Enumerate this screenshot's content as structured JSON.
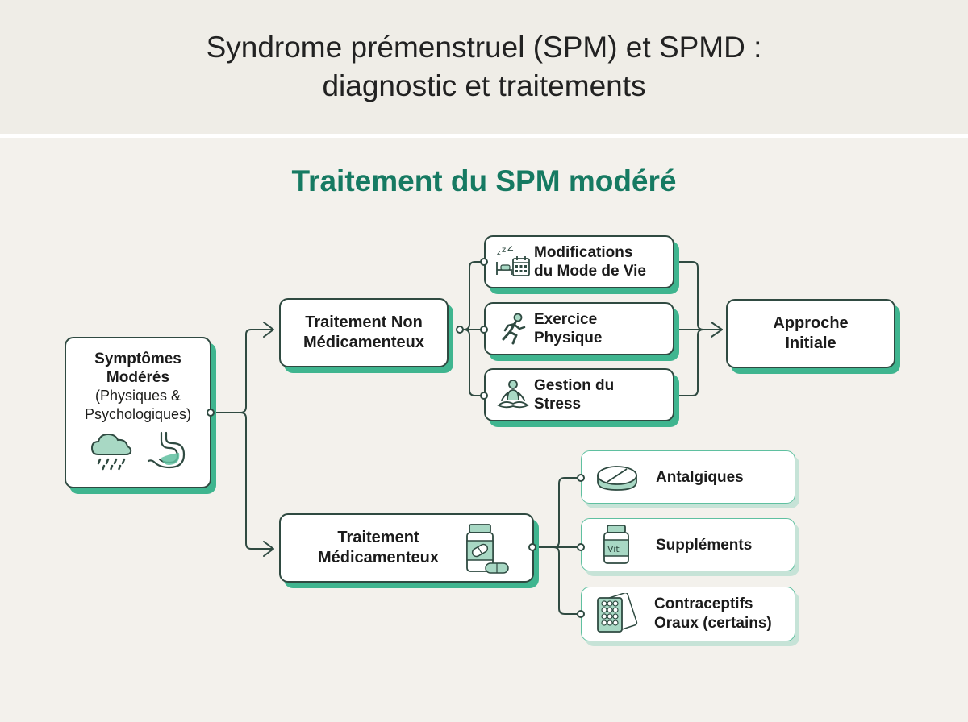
{
  "header": {
    "title_line1": "Syndrome prémenstruel (SPM) et SPMD :",
    "title_line2": "diagnostic et traitements"
  },
  "section": {
    "title": "Traitement du SPM modéré"
  },
  "nodes": {
    "symptoms": {
      "title_line1": "Symptômes",
      "title_line2": "Modérés",
      "sub_line1": "(Physiques &",
      "sub_line2": "Psychologiques)"
    },
    "non_drug": {
      "line1": "Traitement Non",
      "line2": "Médicamenteux"
    },
    "lifestyle": {
      "line1": "Modifications",
      "line2": "du Mode de Vie"
    },
    "exercise": {
      "line1": "Exercice",
      "line2": "Physique"
    },
    "stress": {
      "line1": "Gestion du",
      "line2": "Stress"
    },
    "initial": {
      "line1": "Approche",
      "line2": "Initiale"
    },
    "drug": {
      "line1": "Traitement",
      "line2": "Médicamenteux"
    },
    "analgesics": {
      "line1": "Antalgiques"
    },
    "supplements": {
      "line1": "Suppléments",
      "bottle_label": "Vit"
    },
    "contraceptives": {
      "line1": "Contraceptifs",
      "line2": "Oraux (certains)"
    }
  },
  "colors": {
    "accent": "#167a62",
    "shadow_green": "#3fb58f",
    "light_green": "#c6e3d7",
    "node_border": "#2f4a41",
    "icon_fill": "#a8d8c4"
  },
  "icons": {
    "symptoms": [
      "rain-cloud-icon",
      "stomach-icon"
    ],
    "lifestyle": "sleep-calendar-icon",
    "exercise": "running-person-icon",
    "stress": "meditation-icon",
    "drug": "pill-bottle-icon",
    "analgesics": "tablet-icon",
    "supplements": "vitamin-bottle-icon",
    "contraceptives": "blister-pack-icon"
  }
}
